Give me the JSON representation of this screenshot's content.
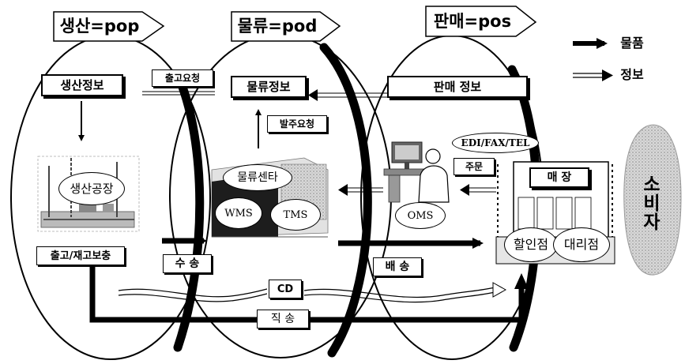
{
  "stages": {
    "production": "생산=pop",
    "logistics": "물류=pod",
    "sales": "판매=pos"
  },
  "legend": {
    "goods": "물품",
    "info": "정보"
  },
  "production": {
    "info": "생산정보",
    "factory": "생산공장",
    "replenish": "출고/재고보충"
  },
  "logistics": {
    "info": "물류정보",
    "ship_request": "출고요청",
    "order_request": "발주요청",
    "center": "물류센타",
    "wms": "WMS",
    "tms": "TMS"
  },
  "sales": {
    "info": "판매 정보",
    "edi": "EDI/FAX/TEL",
    "order": "주문",
    "oms": "OMS",
    "store": "매 장",
    "discount_store": "할인점",
    "agency": "대리점"
  },
  "flows": {
    "transport": "수 송",
    "delivery": "배 송",
    "cd": "CD",
    "direct": "직 송"
  },
  "consumer": "소비자"
}
